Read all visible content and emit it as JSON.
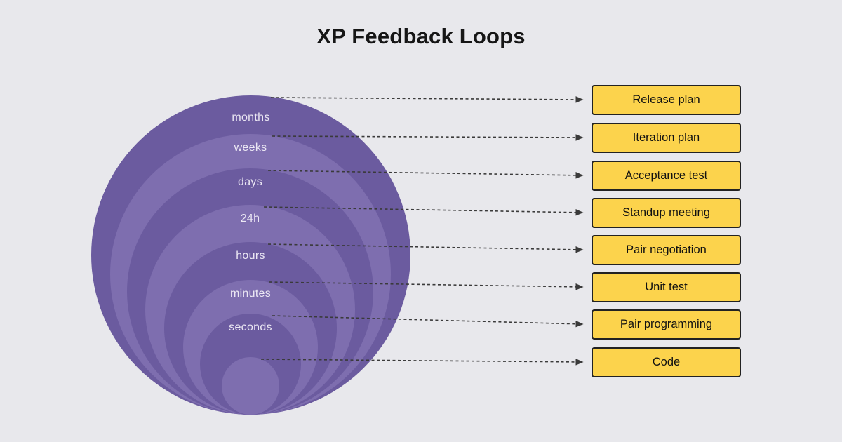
{
  "title": "XP Feedback Loops",
  "diagram": {
    "loops": [
      {
        "label": "months",
        "practice": "Release plan"
      },
      {
        "label": "weeks",
        "practice": "Iteration plan"
      },
      {
        "label": "days",
        "practice": "Acceptance test"
      },
      {
        "label": "24h",
        "practice": "Standup meeting"
      },
      {
        "label": "hours",
        "practice": "Pair negotiation"
      },
      {
        "label": "minutes",
        "practice": "Unit test"
      },
      {
        "label": "seconds",
        "practice": "Pair programming"
      },
      {
        "label": "",
        "practice": "Code"
      }
    ]
  },
  "colors": {
    "bg": "#e8e8ec",
    "circle-dark": "#6b5b9f",
    "circle-light": "#7e6eaf",
    "box-fill": "#fcd34c",
    "box-border": "#222222",
    "arrow": "#3a3a3a",
    "label-text": "#ece8f4",
    "title-text": "#161616"
  }
}
